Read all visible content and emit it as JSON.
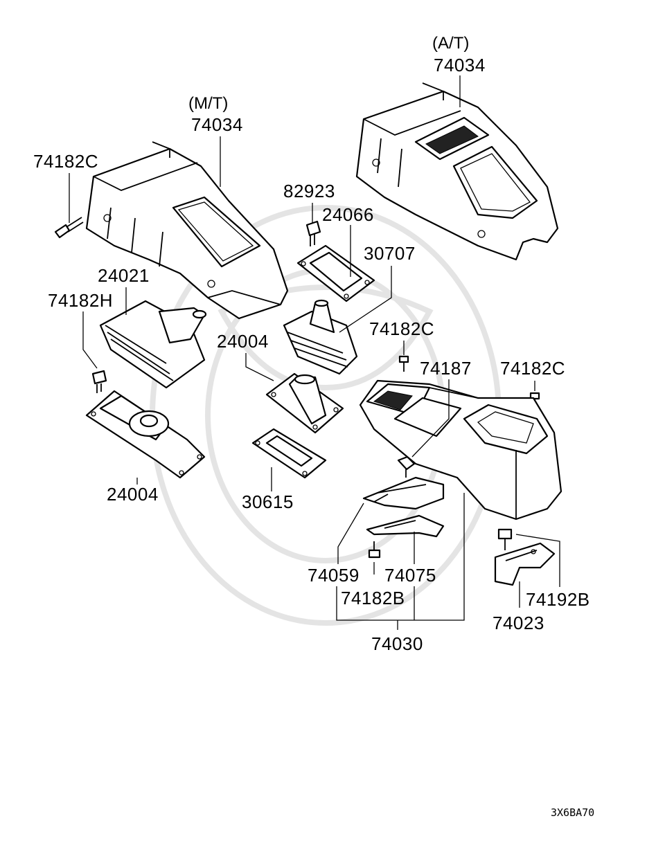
{
  "diagram": {
    "variants": {
      "mt": "(M/T)",
      "at": "(A/T)"
    },
    "labels": {
      "p74034_mt": "74034",
      "p74034_at": "74034",
      "p74182C_left": "74182C",
      "p82923": "82923",
      "p24066": "24066",
      "p30707": "30707",
      "p24021": "24021",
      "p74182H": "74182H",
      "p24004_left": "24004",
      "p24004_mid": "24004",
      "p30615": "30615",
      "p74182C_mid": "74182C",
      "p74187": "74187",
      "p74182C_right": "74182C",
      "p74059": "74059",
      "p74075": "74075",
      "p74182B": "74182B",
      "p74030": "74030",
      "p74192B": "74192B",
      "p74023": "74023"
    },
    "drawing_code": "3X6BA70"
  }
}
